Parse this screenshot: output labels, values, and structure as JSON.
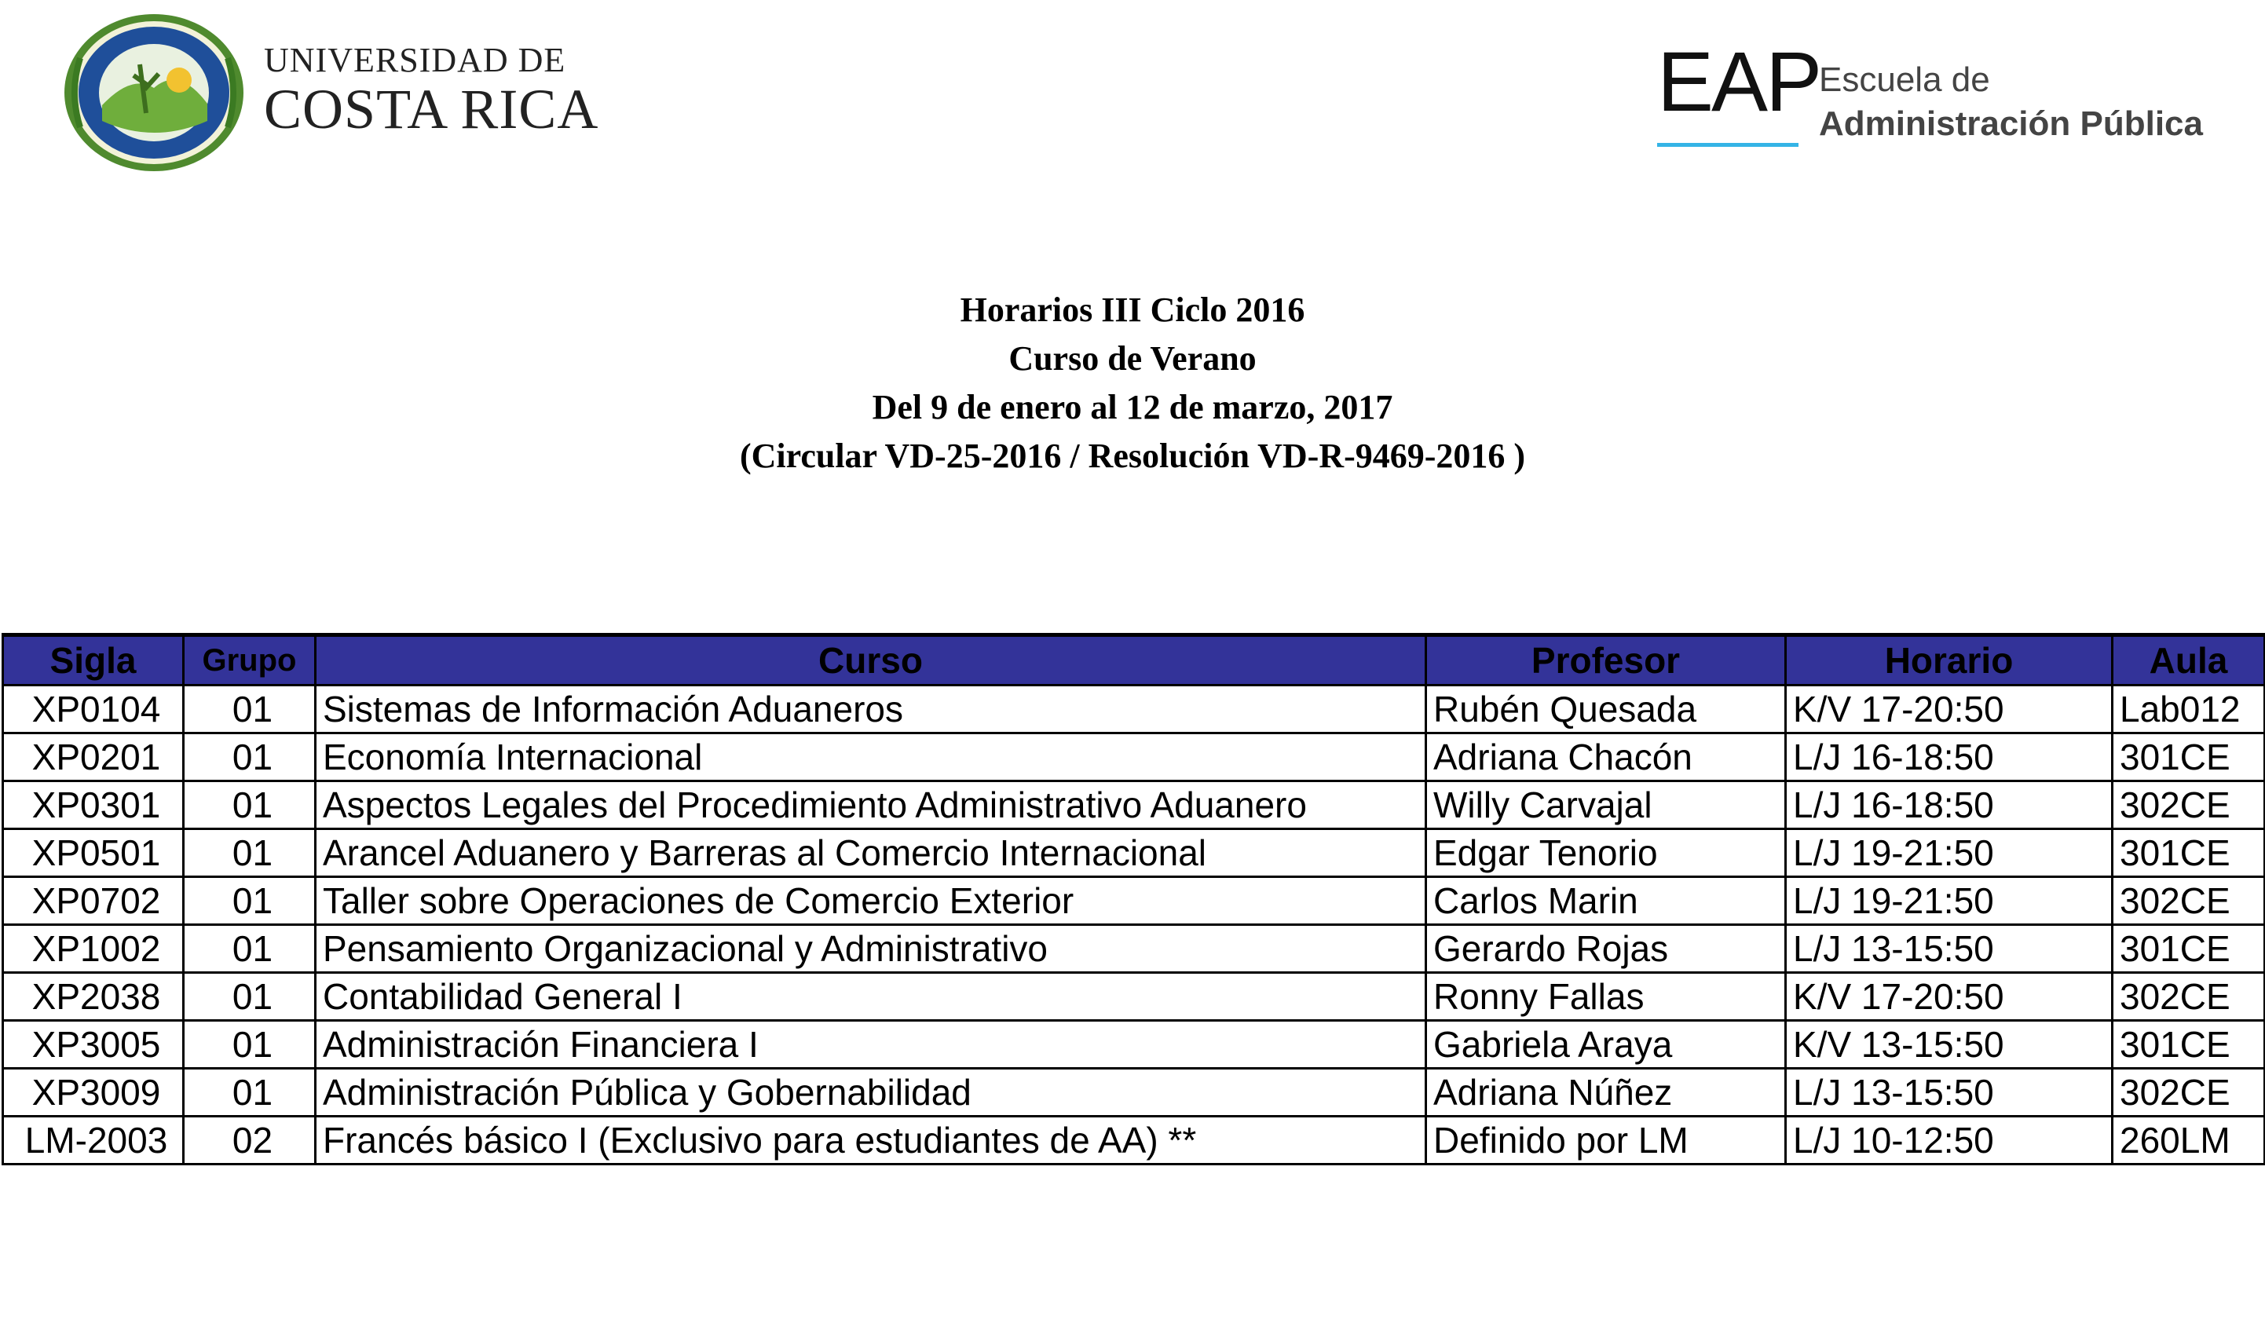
{
  "header": {
    "ucr": {
      "line1": "UNIVERSIDAD DE",
      "line2": "COSTA RICA",
      "seal_icon": "ucr-seal-icon"
    },
    "eap": {
      "acronym": "EAP",
      "line1": "Escuela de",
      "line2": "Administración Pública",
      "accent": "#34b4e6"
    }
  },
  "title": {
    "line1": "Horarios III Ciclo 2016",
    "line2": "Curso de Verano",
    "line3": "Del 9 de enero al 12 de marzo, 2017",
    "line4": "(Circular VD-25-2016 / Resolución VD-R-9469-2016 )"
  },
  "table": {
    "header_color": "#333399",
    "columns": [
      "Sigla",
      "Grupo",
      "Curso",
      "Profesor",
      "Horario",
      "Aula"
    ],
    "rows": [
      [
        "XP0104",
        "01",
        "Sistemas de Información Aduaneros",
        "Rubén Quesada",
        "K/V 17-20:50",
        "Lab012"
      ],
      [
        "XP0201",
        "01",
        "Economía Internacional",
        "Adriana Chacón",
        "L/J 16-18:50",
        "301CE"
      ],
      [
        "XP0301",
        "01",
        "Aspectos Legales del Procedimiento Administrativo Aduanero",
        "Willy Carvajal",
        "L/J 16-18:50",
        "302CE"
      ],
      [
        "XP0501",
        "01",
        "Arancel Aduanero y Barreras al Comercio Internacional",
        "Edgar Tenorio",
        "L/J 19-21:50",
        "301CE"
      ],
      [
        "XP0702",
        "01",
        "Taller sobre Operaciones de Comercio Exterior",
        "Carlos Marin",
        "L/J 19-21:50",
        "302CE"
      ],
      [
        "XP1002",
        "01",
        "Pensamiento Organizacional y Administrativo",
        "Gerardo Rojas",
        "L/J 13-15:50",
        "301CE"
      ],
      [
        "XP2038",
        "01",
        "Contabilidad General I",
        "Ronny Fallas",
        "K/V 17-20:50",
        "302CE"
      ],
      [
        "XP3005",
        "01",
        "Administración Financiera I",
        "Gabriela Araya",
        "K/V 13-15:50",
        "301CE"
      ],
      [
        "XP3009",
        "01",
        "Administración Pública y Gobernabilidad",
        "Adriana Núñez",
        "L/J 13-15:50",
        "302CE"
      ],
      [
        "LM-2003",
        "02",
        "Francés básico I (Exclusivo para estudiantes de AA) **",
        "Definido por LM",
        "L/J 10-12:50",
        "260LM"
      ]
    ]
  }
}
